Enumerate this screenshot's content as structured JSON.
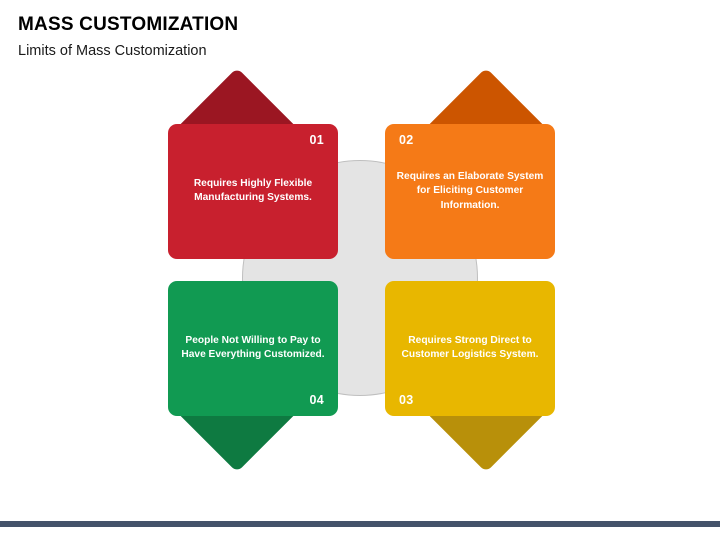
{
  "header": {
    "title": "MASS CUSTOMIZATION",
    "subtitle": "Limits of Mass Customization"
  },
  "diagram": {
    "center_shape": "circle",
    "center_fill": "#e4e4e4",
    "center_stroke": "#bfbfbf",
    "nodes": [
      {
        "number": "01",
        "text": "Requires Highly Flexible Manufacturing Systems.",
        "color": "#C8202E",
        "accent_color": "#9B1622",
        "number_corner": "top-right",
        "position": "top-left"
      },
      {
        "number": "02",
        "text": "Requires an Elaborate System for Eliciting Customer Information.",
        "color": "#F57A17",
        "accent_color": "#CC5500",
        "number_corner": "top-left",
        "position": "top-right"
      },
      {
        "number": "03",
        "text": "Requires Strong Direct to Customer Logistics System.",
        "color": "#E8B700",
        "accent_color": "#B8900A",
        "number_corner": "bottom-left",
        "position": "bottom-right"
      },
      {
        "number": "04",
        "text": "People Not Willing to Pay to Have Everything Customized.",
        "color": "#119A52",
        "accent_color": "#0E7A41",
        "number_corner": "bottom-right",
        "position": "bottom-left"
      }
    ]
  },
  "footer": {
    "bar_color": "#44536a"
  }
}
